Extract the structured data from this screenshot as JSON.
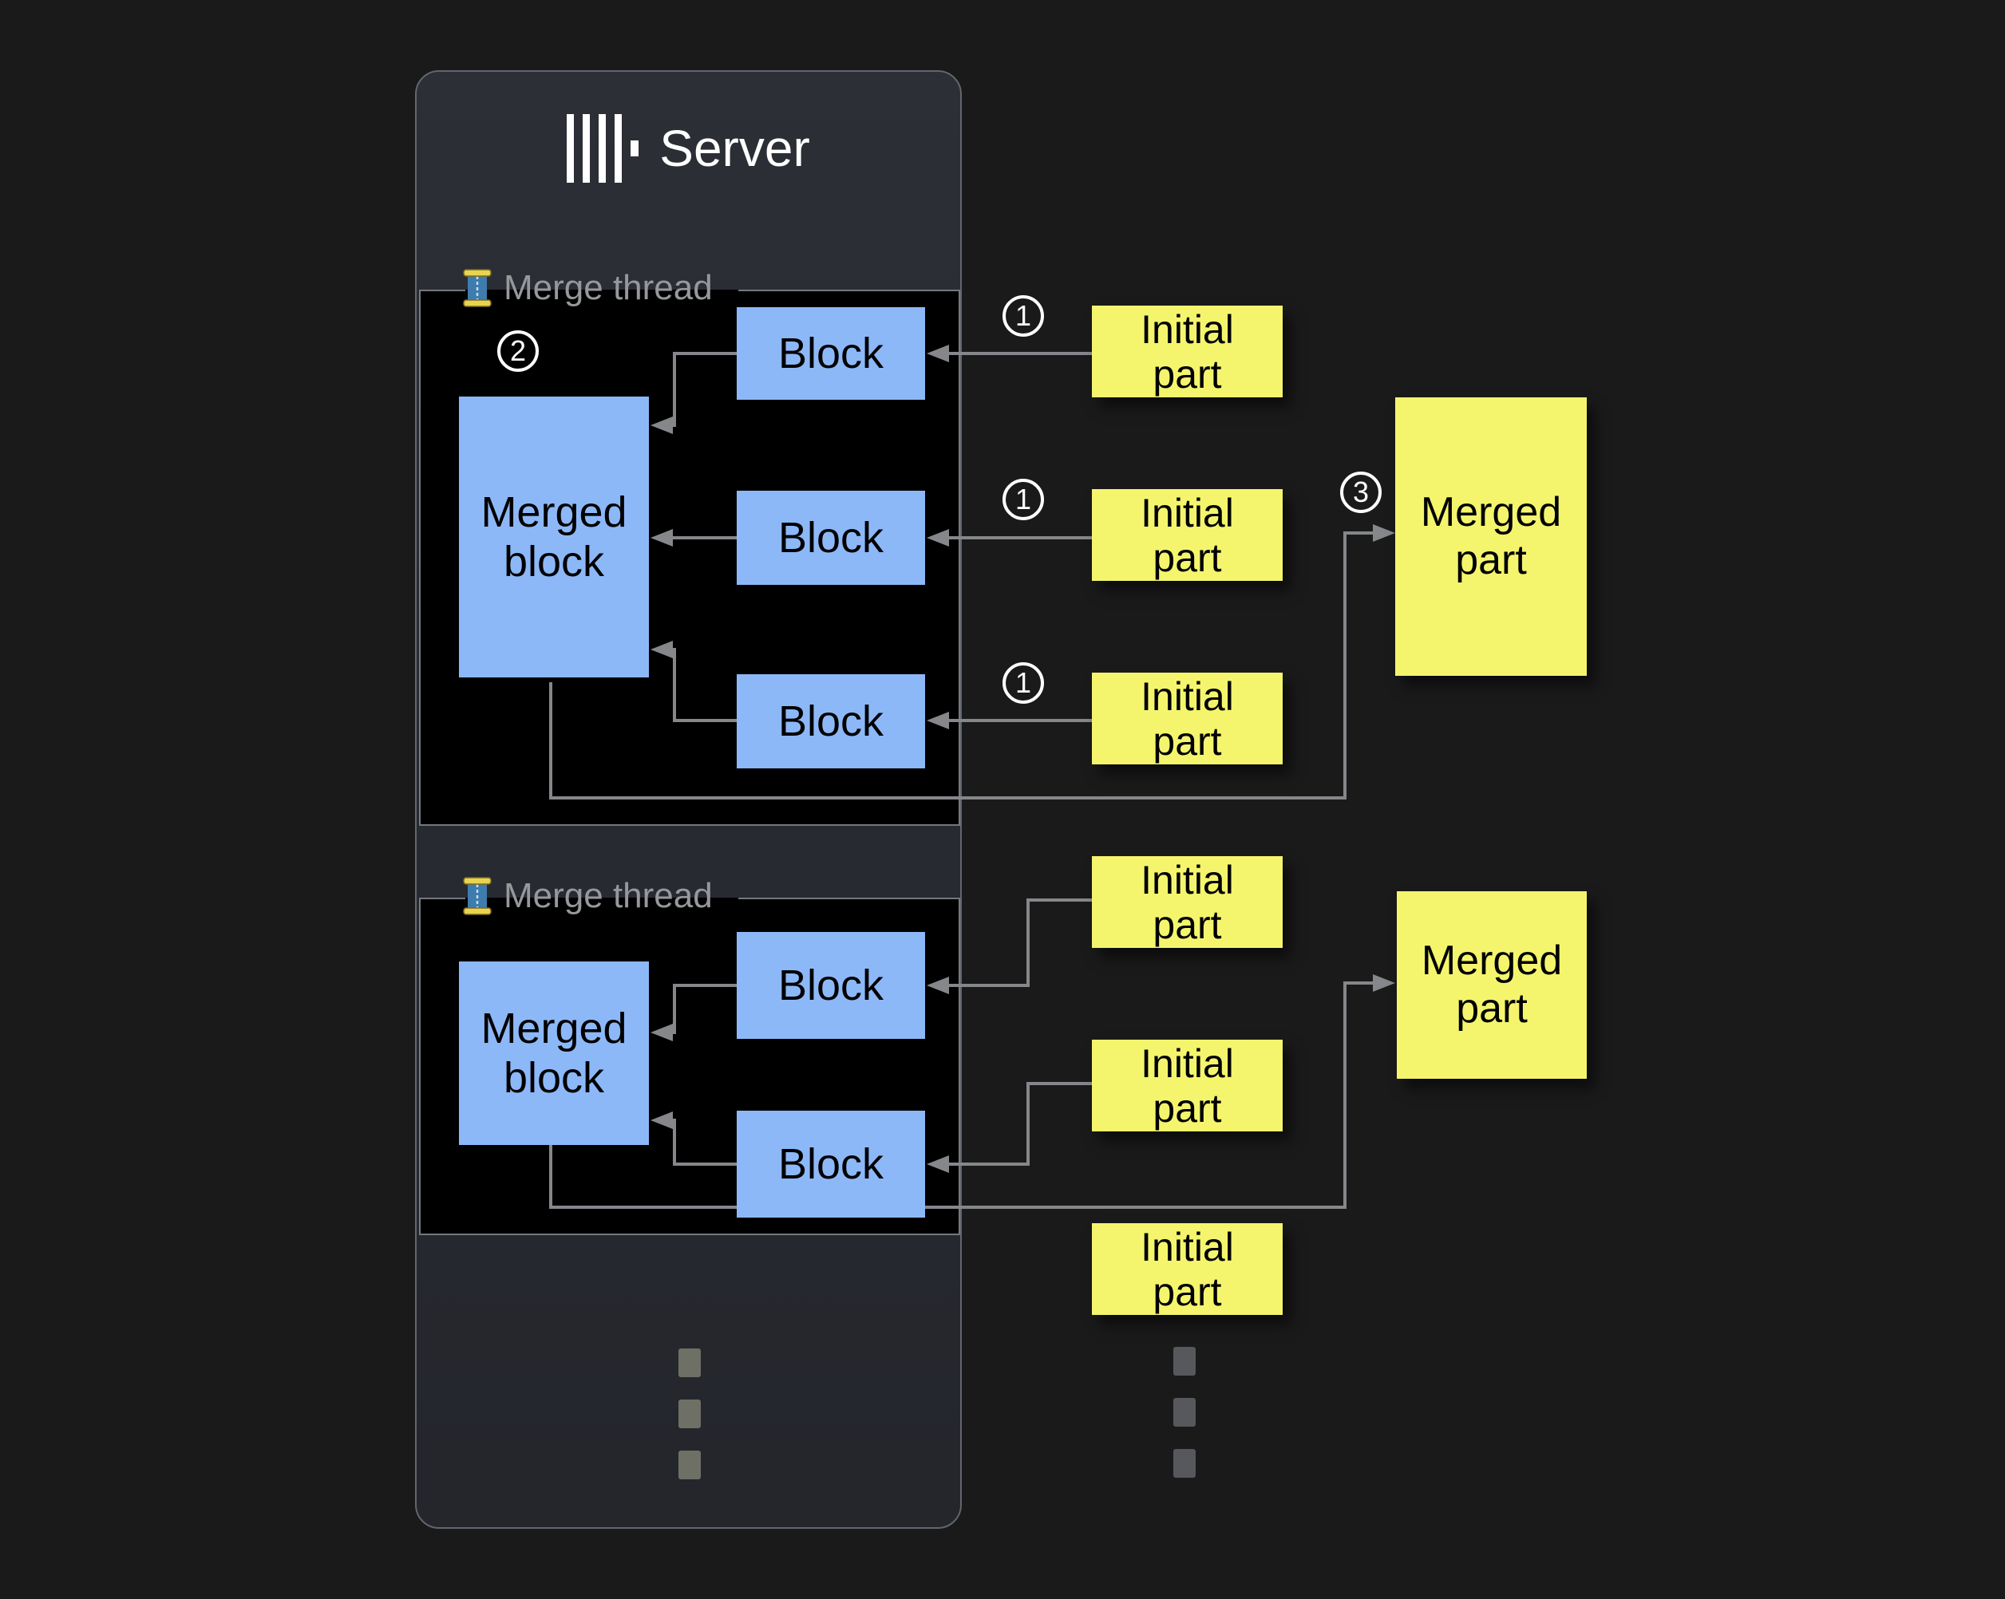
{
  "server": {
    "title": "Server"
  },
  "threads": [
    {
      "label": "Merge thread",
      "merged_block": "Merged\nblock",
      "blocks": [
        "Block",
        "Block",
        "Block"
      ]
    },
    {
      "label": "Merge thread",
      "merged_block": "Merged\nblock",
      "blocks": [
        "Block",
        "Block"
      ]
    }
  ],
  "parts": {
    "initial": [
      "Initial\npart",
      "Initial\npart",
      "Initial\npart",
      "Initial\npart",
      "Initial\npart",
      "Initial\npart"
    ],
    "merged": [
      {
        "label": "Merged\npart"
      },
      {
        "label": "Merged\npart"
      }
    ]
  },
  "annotations": {
    "step1": "1",
    "step2": "2",
    "step3": "3"
  },
  "icons": {
    "server_logo": "clickhouse-bars",
    "merge_thread": "thread-spool",
    "ellipsis": "vertical-ellipsis"
  },
  "colors": {
    "background": "#1a1a1a",
    "server_panel": "#282b31",
    "panel_border": "#62666d",
    "thread_box": "#000000",
    "thread_border": "#75797e",
    "block_blue": "#8db8f8",
    "part_yellow": "#f4f56d",
    "connector_gray": "#85878a",
    "label_gray": "#96989c",
    "badge_white": "#ffffff"
  }
}
